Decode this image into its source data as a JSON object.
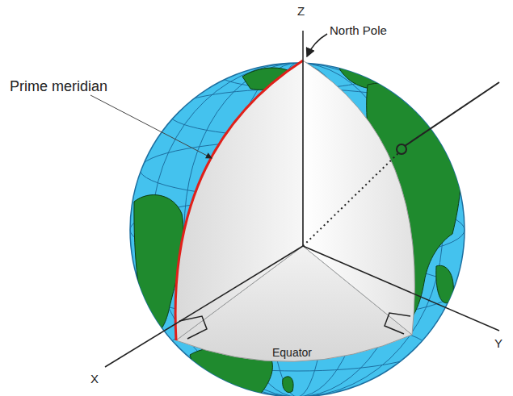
{
  "diagram": {
    "labels": [
      "Z",
      "North Pole",
      "Prime meridian",
      "Equator",
      "X",
      "Y"
    ]
  }
}
